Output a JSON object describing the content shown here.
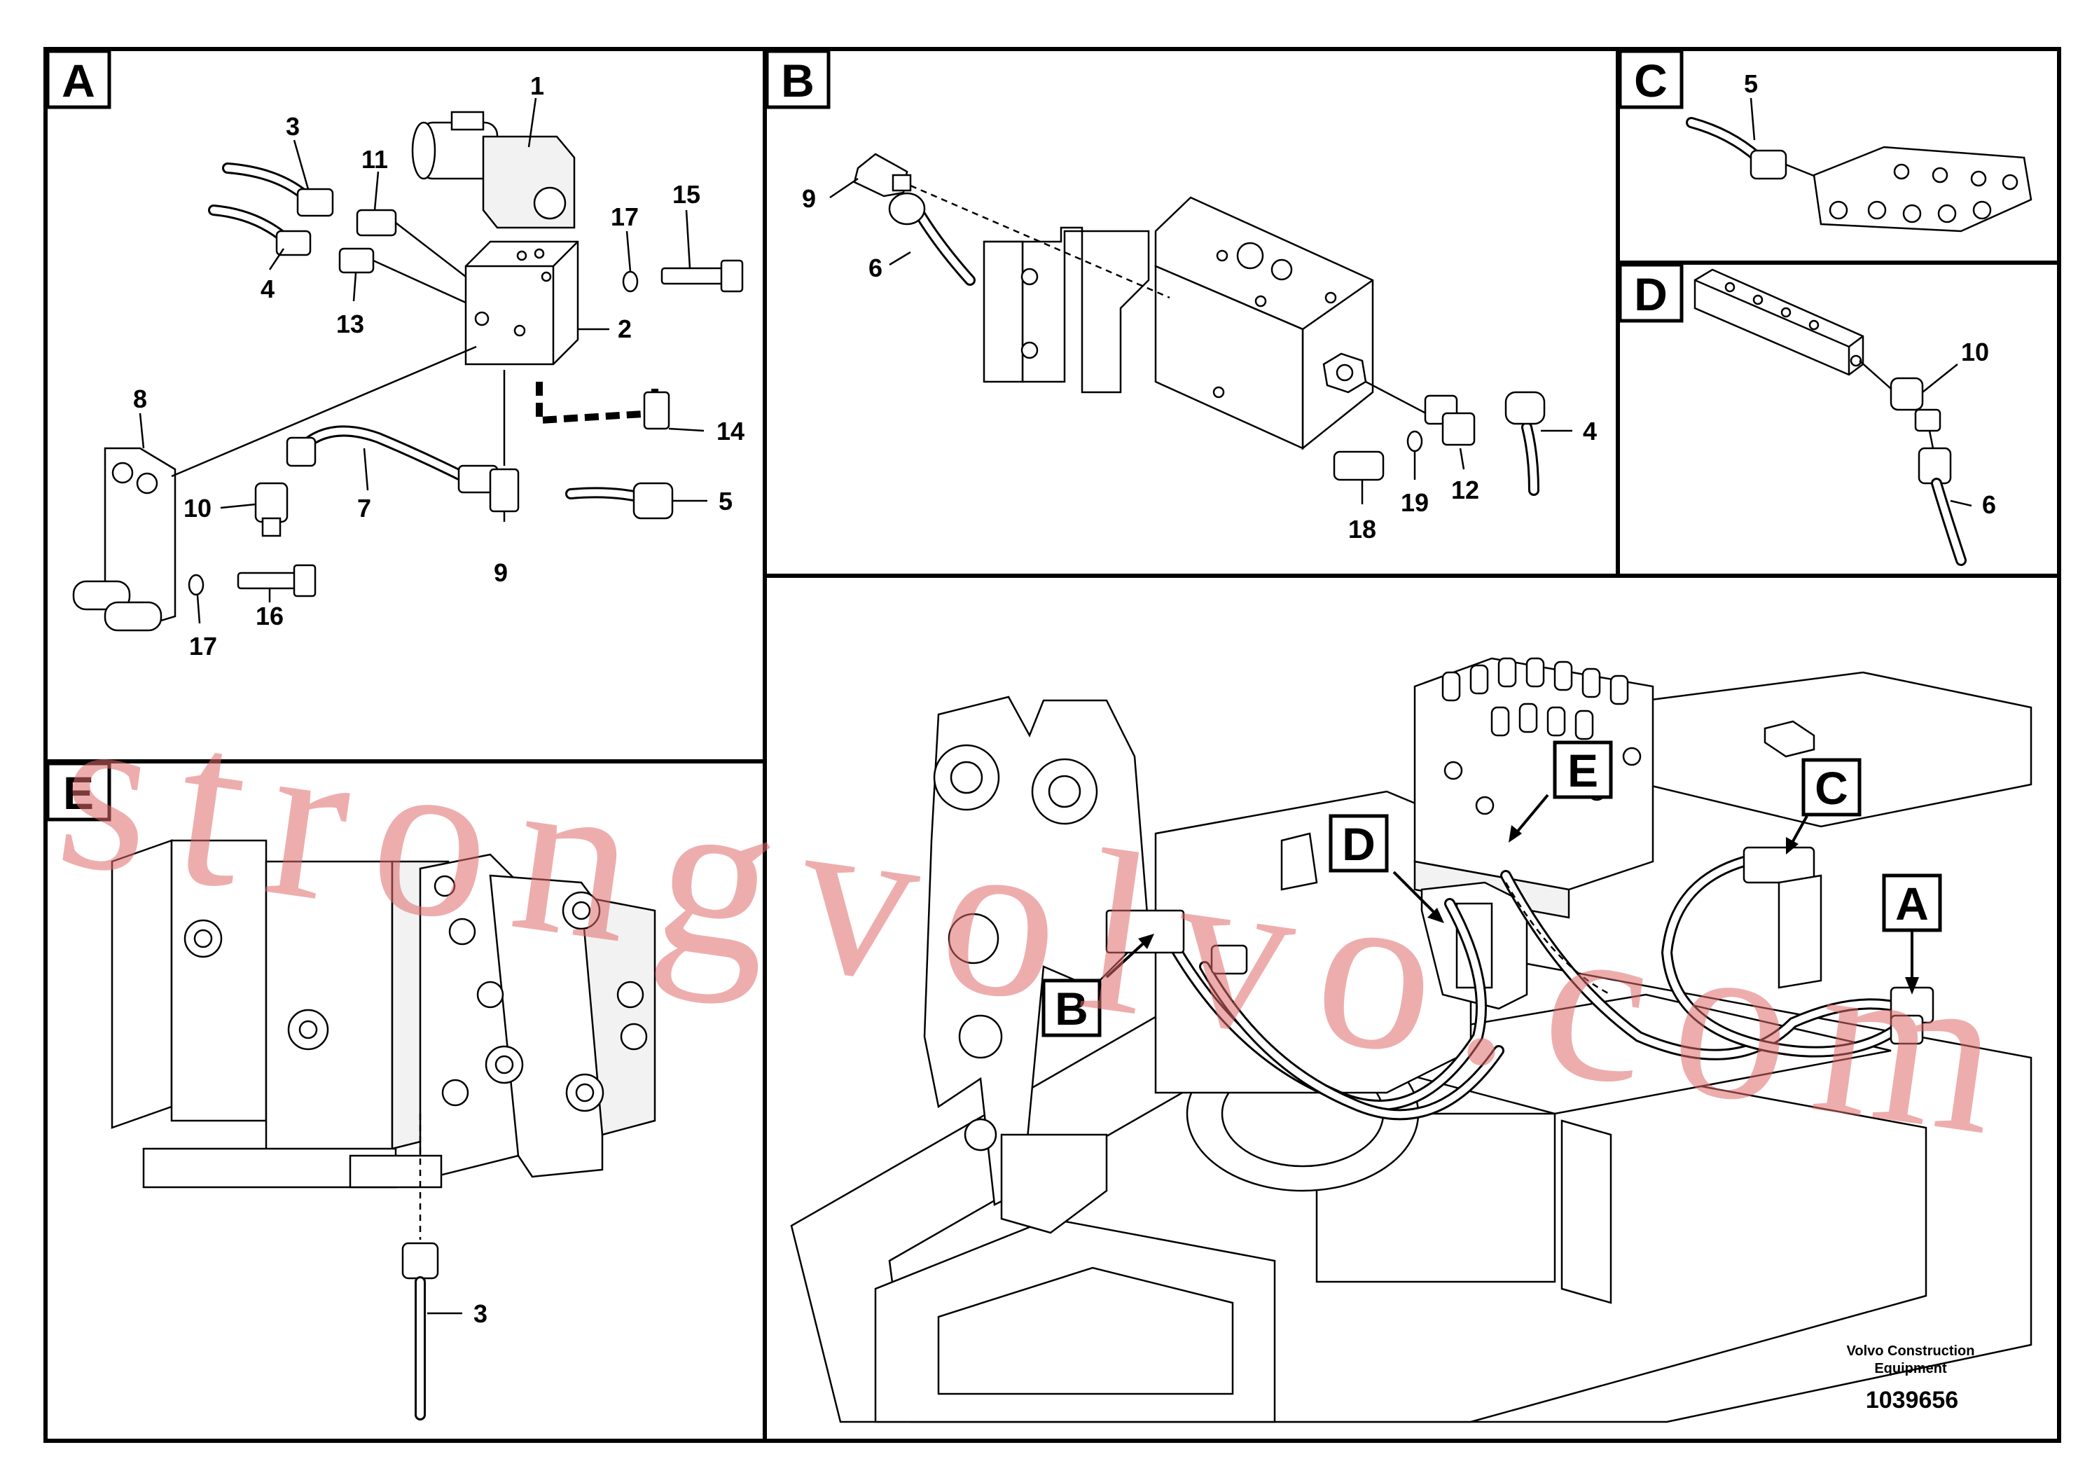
{
  "panels": {
    "a": {
      "letter": "A",
      "callouts": [
        "1",
        "2",
        "3",
        "4",
        "5",
        "7",
        "8",
        "9",
        "10",
        "11",
        "13",
        "14",
        "15",
        "16",
        "17",
        "17"
      ]
    },
    "b": {
      "letter": "B",
      "callouts": [
        "9",
        "6",
        "4",
        "12",
        "19",
        "18"
      ]
    },
    "c": {
      "letter": "C",
      "callouts": [
        "5"
      ]
    },
    "d": {
      "letter": "D",
      "callouts": [
        "10",
        "6"
      ]
    },
    "e": {
      "letter": "E",
      "callouts": [
        "3"
      ]
    },
    "overview": {
      "markers": [
        "A",
        "B",
        "C",
        "D",
        "E"
      ]
    }
  },
  "footer": {
    "company_line1": "Volvo Construction",
    "company_line2": "Equipment",
    "drawing_number": "1039656"
  },
  "watermark": "strongvolvo.com"
}
